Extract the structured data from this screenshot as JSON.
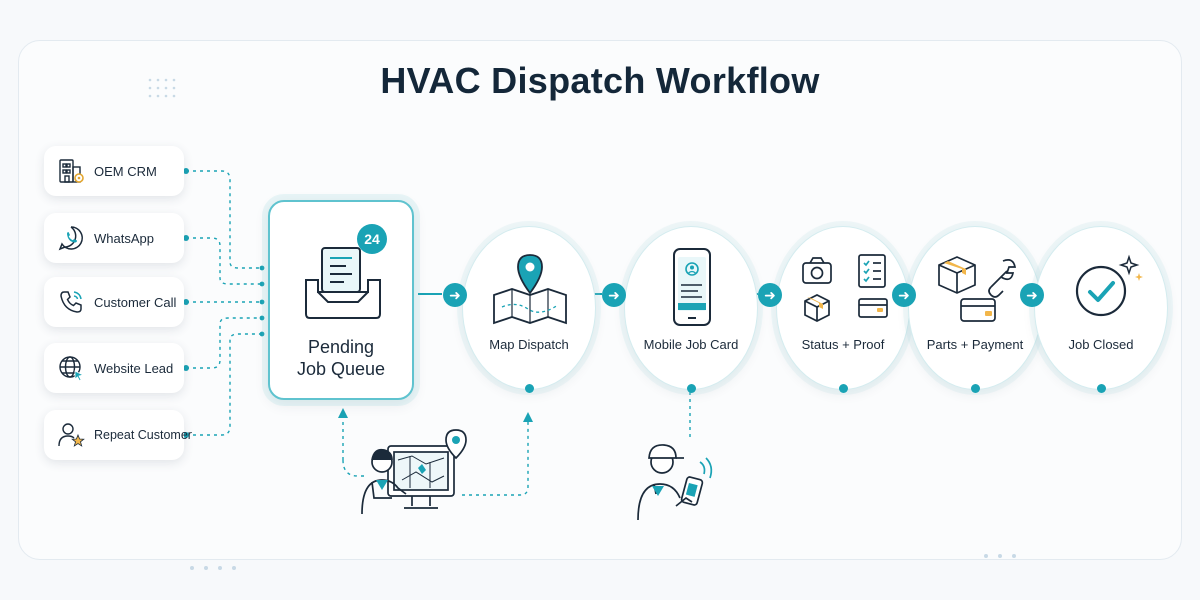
{
  "title": "HVAC Dispatch Workflow",
  "sources": [
    {
      "label": "OEM CRM",
      "icon": "building-gear-icon"
    },
    {
      "label": "WhatsApp",
      "icon": "whatsapp-icon"
    },
    {
      "label": "Customer Call",
      "icon": "phone-icon"
    },
    {
      "label": "Website Lead",
      "icon": "globe-cursor-icon"
    },
    {
      "label": "Repeat Customer",
      "icon": "user-star-icon"
    }
  ],
  "queue": {
    "line1": "Pending",
    "line2": "Job Queue",
    "count": "24"
  },
  "steps": [
    {
      "label": "Map Dispatch",
      "icon": "map-pin-icon"
    },
    {
      "label": "Mobile Job Card",
      "icon": "phone-card-icon"
    },
    {
      "label": "Status + Proof",
      "icon": "camera-checklist-box-icon"
    },
    {
      "label": "Parts + Payment",
      "icon": "box-wrench-wallet-icon"
    },
    {
      "label": "Job Closed",
      "icon": "check-circle-icon"
    }
  ],
  "people": [
    {
      "role": "dispatcher",
      "icon": "dispatcher-at-monitor-icon"
    },
    {
      "role": "technician",
      "icon": "technician-with-phone-icon"
    }
  ],
  "colors": {
    "accent": "#1aa3b5",
    "ink": "#1b2a3a",
    "amber": "#f2b64a"
  }
}
